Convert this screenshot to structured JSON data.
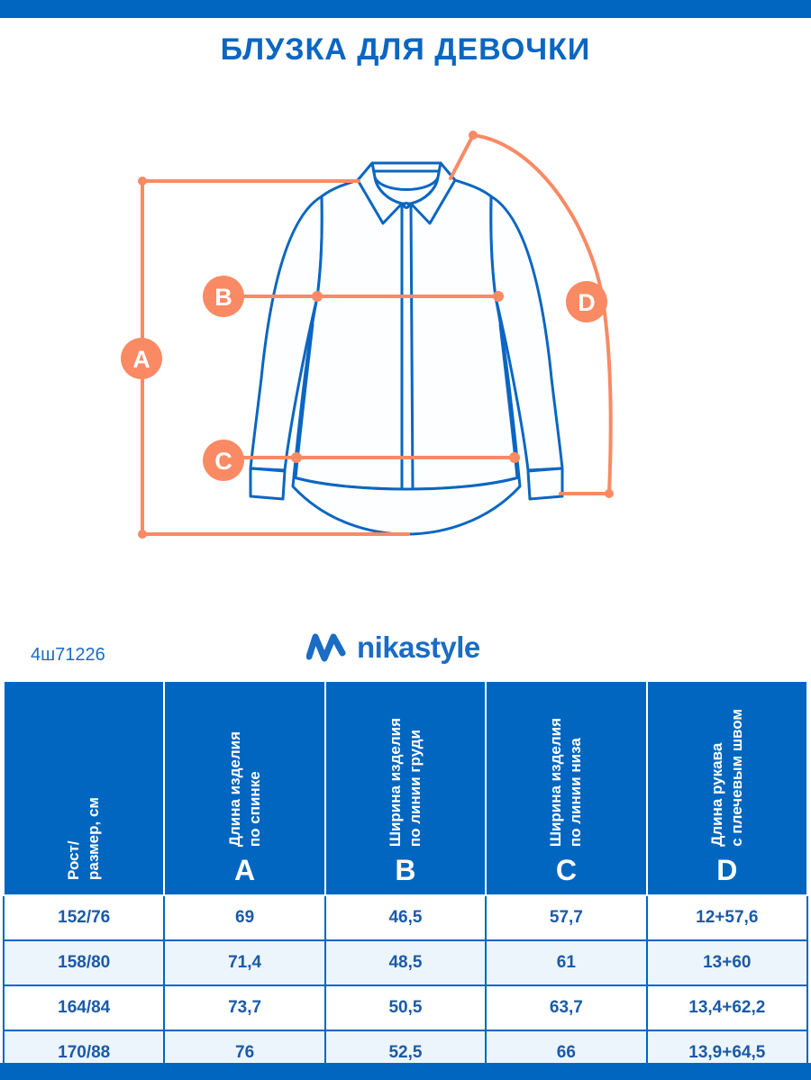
{
  "title": "БЛУЗКА ДЛЯ ДЕВОЧКИ",
  "markers": [
    "A",
    "B",
    "C",
    "D"
  ],
  "article": "4ш71226",
  "brand": "nikastyle",
  "colors": {
    "brand_blue": "#0066c0",
    "measure_orange": "#f98a64"
  },
  "table": {
    "headers": [
      {
        "text": "Рост/\nразмер, см",
        "letter": ""
      },
      {
        "text": "Длина изделия\nпо спинке",
        "letter": "A"
      },
      {
        "text": "Ширина изделия\nпо линии груди",
        "letter": "B"
      },
      {
        "text": "Ширина изделия\nпо линии низа",
        "letter": "C"
      },
      {
        "text": "Длина рукава\nс плечевым швом",
        "letter": "D"
      }
    ],
    "rows": [
      [
        "152/76",
        "69",
        "46,5",
        "57,7",
        "12+57,6"
      ],
      [
        "158/80",
        "71,4",
        "48,5",
        "61",
        "13+60"
      ],
      [
        "164/84",
        "73,7",
        "50,5",
        "63,7",
        "13,4+62,2"
      ],
      [
        "170/88",
        "76",
        "52,5",
        "66",
        "13,9+64,5"
      ]
    ]
  }
}
